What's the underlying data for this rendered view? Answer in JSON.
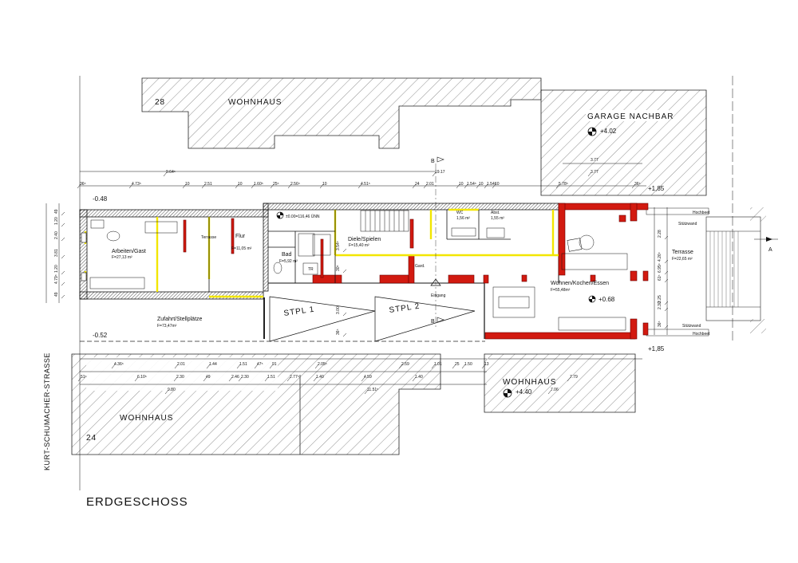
{
  "drawing": {
    "title": "ERDGESCHOSS",
    "street": "KURT-SCHUMACHER-STRASSE"
  },
  "neighbors": [
    {
      "id": "n28",
      "label": "WOHNHAUS",
      "number": "28"
    },
    {
      "id": "garage",
      "label": "GARAGE NACHBAR",
      "elevation": "+4.02"
    },
    {
      "id": "n24",
      "label": "WOHNHAUS",
      "number": "24"
    },
    {
      "id": "right",
      "label": "WOHNHAUS",
      "elevation": "+4.40"
    }
  ],
  "rooms": [
    {
      "name": "Arbeiten/Gast",
      "area": "F=27,13 m²"
    },
    {
      "name": "Flur",
      "area": "F=11,05 m²"
    },
    {
      "name": "Bad",
      "area": "F=5,92 m²"
    },
    {
      "name": "Diele/Spielen",
      "area": "F=15,40 m²"
    },
    {
      "name": "WC",
      "area": "1,56 m²"
    },
    {
      "name": "Abst.",
      "area": "1,55 m²"
    },
    {
      "name": "Wohnen/Kochen/Essen",
      "area": "F=55,48m²"
    },
    {
      "name": "Terrasse",
      "area": "F=22,65 m²"
    },
    {
      "name": "Zufahrt/Stellplätze",
      "area": "F=73,47m²"
    }
  ],
  "parking": [
    "STPL 1",
    "STPL 2"
  ],
  "entrance": "Eingang",
  "section_marks": {
    "b_top": "B",
    "b_bottom": "B",
    "a": "A"
  },
  "levels": {
    "main": "±0.00=116,46 ÜNN",
    "terrace": "+0.68",
    "left_top": "-0.48",
    "left_bottom": "-0.52",
    "right_top": "+1,85",
    "right_bottom": "+1,85"
  },
  "labels": {
    "terrasse_tuer": "Terrasse",
    "hochbeet": "Hochbeet",
    "stuetzwand": "Stützwand",
    "garderobe": "Gard.",
    "tr": "TR"
  },
  "dims_top_row1": [
    "36⁵",
    "4.73⁵",
    "10",
    "2.51",
    "10",
    "1.60⁵",
    "25⁵",
    "2.56⁵",
    "10",
    "4.51⁵",
    "24",
    "2.01",
    "10",
    "1.54⁵",
    "10",
    "1.54⁵",
    "10",
    "5.78⁵",
    "36⁵"
  ],
  "dims_top_row2": [
    "9.64⁵",
    "19.17",
    "3.77"
  ],
  "dims_bottom_row1": [
    "4.36⁵",
    "2.01",
    "1.44",
    "1.51",
    "47⁵",
    "91",
    "2.05⁵",
    "2.59",
    "1.01",
    "25",
    "1.50",
    "13"
  ],
  "dims_bottom_row2": [
    "51⁵",
    "6.10⁵",
    "2.30",
    "49",
    "2.46",
    "2.30",
    "1.51",
    "2.77⁵",
    "1.40",
    "4.59",
    "1.40",
    "7.79"
  ],
  "dims_bottom_row3": [
    "9.80",
    "11.51⁵",
    "7.06"
  ],
  "dims_left": [
    "49",
    "1.20",
    "2.40",
    "3.81",
    "1.20",
    "4.79⁵",
    "49"
  ],
  "dims_right": [
    "2.28",
    "4.26⁵",
    "6.95⁵",
    "2.25",
    "2.30",
    "36⁵",
    "61⁵"
  ],
  "dims_inner": [
    "3.54⁵",
    "3.00",
    "30⁵",
    "36⁵"
  ]
}
